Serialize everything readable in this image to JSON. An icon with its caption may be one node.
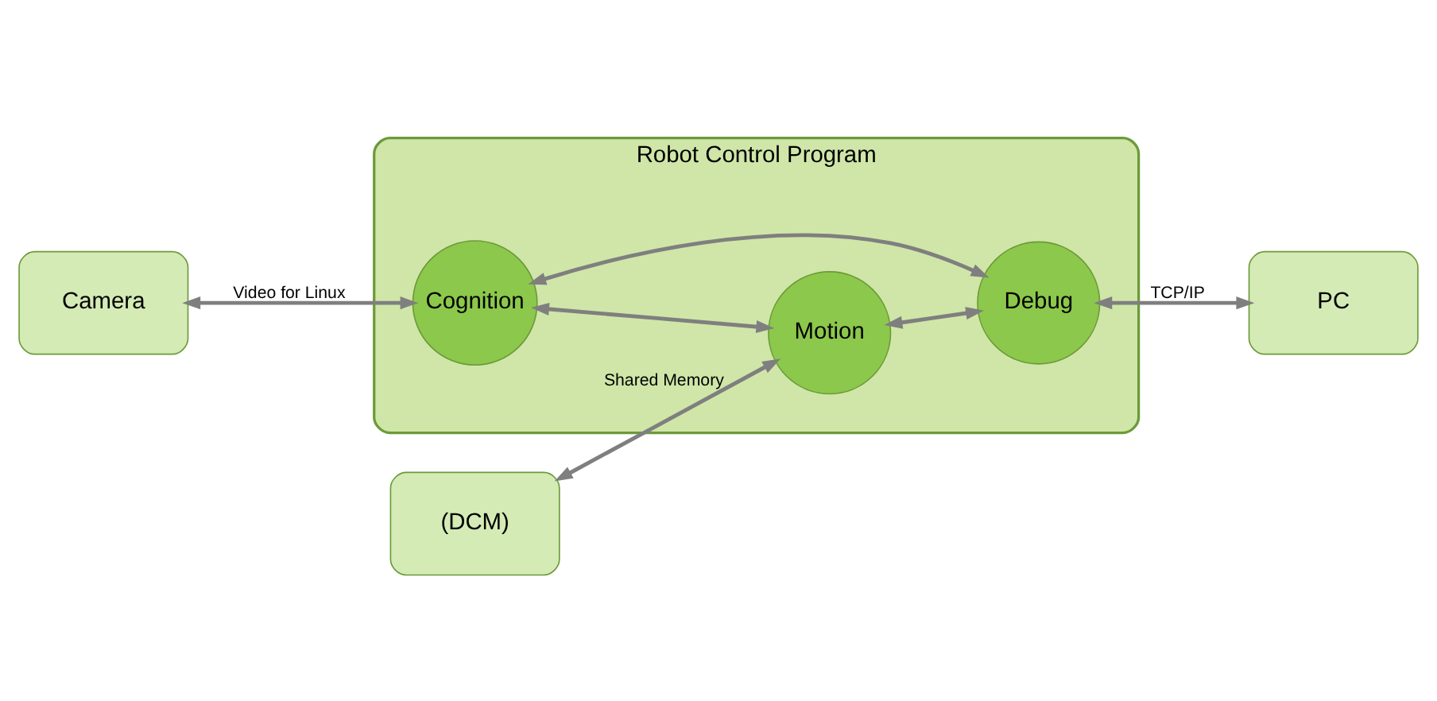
{
  "diagram": {
    "nodes": [
      {
        "text": [
          "Camera"
        ]
      },
      {
        "text": [
          "Robot Control Program"
        ]
      },
      {
        "text": [
          "Cognition"
        ],
        "in": 1
      },
      {
        "text": [
          "Debug"
        ],
        "in": 1
      },
      {
        "text": [
          "Motion"
        ],
        "in": 1
      },
      {
        "text": [
          "PC"
        ]
      },
      {
        "text": [
          "(DCM)"
        ]
      }
    ],
    "edges": [
      {
        "from": 0,
        "to": 2,
        "arrow": "both",
        "label": "Video for Linux"
      },
      {
        "from": 2,
        "to": 3,
        "arrow": "both"
      },
      {
        "from": 2,
        "to": 4,
        "arrow": "both"
      },
      {
        "from": 4,
        "to": 3,
        "arrow": "both"
      },
      {
        "from": 3,
        "to": 5,
        "arrow": "both",
        "label": "TCP/IP"
      },
      {
        "from": 6,
        "to": 4,
        "arrow": "both",
        "label": "Shared Memory"
      }
    ]
  }
}
